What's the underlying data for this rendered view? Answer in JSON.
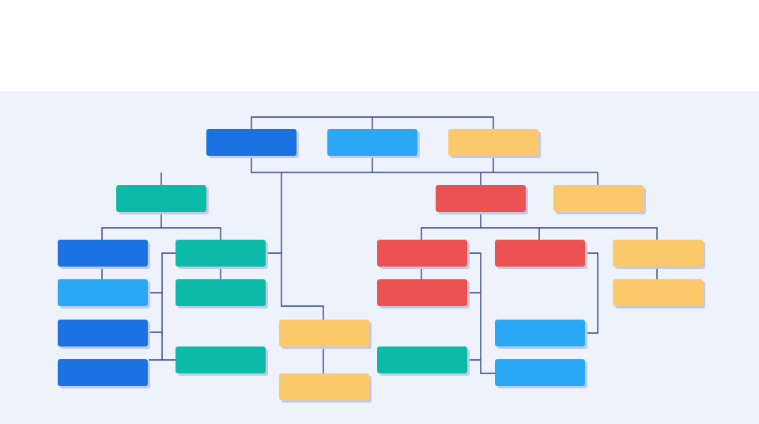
{
  "diagram": {
    "colors": {
      "blue": "#1a73e0",
      "sky": "#2aa8f5",
      "teal": "#0bbba8",
      "red": "#ec5252",
      "yellow": "#fbc96a",
      "connector": "#2f3f8c",
      "shadow": "#c3cae6",
      "background": "#eef2fb"
    },
    "nodes": [
      {
        "id": "root-blue",
        "color": "blue",
        "label": ""
      },
      {
        "id": "root-sky",
        "color": "sky",
        "label": ""
      },
      {
        "id": "root-yellow",
        "color": "yellow",
        "label": ""
      },
      {
        "id": "branch-teal",
        "color": "teal",
        "label": ""
      },
      {
        "id": "branch-red",
        "color": "red",
        "label": ""
      },
      {
        "id": "branch-yellow",
        "color": "yellow",
        "label": ""
      },
      {
        "id": "left-blue-1",
        "color": "blue",
        "label": ""
      },
      {
        "id": "left-sky-2",
        "color": "sky",
        "label": ""
      },
      {
        "id": "left-blue-3",
        "color": "blue",
        "label": ""
      },
      {
        "id": "left-blue-4",
        "color": "blue",
        "label": ""
      },
      {
        "id": "mid-teal-1",
        "color": "teal",
        "label": ""
      },
      {
        "id": "mid-teal-2",
        "color": "teal",
        "label": ""
      },
      {
        "id": "mid-teal-3",
        "color": "teal",
        "label": ""
      },
      {
        "id": "center-yellow-1",
        "color": "yellow",
        "label": ""
      },
      {
        "id": "center-yellow-2",
        "color": "yellow",
        "label": ""
      },
      {
        "id": "right-red-1",
        "color": "red",
        "label": ""
      },
      {
        "id": "right-red-2",
        "color": "red",
        "label": ""
      },
      {
        "id": "right-teal-3",
        "color": "teal",
        "label": ""
      },
      {
        "id": "right-red-top",
        "color": "red",
        "label": ""
      },
      {
        "id": "right-sky-1",
        "color": "sky",
        "label": ""
      },
      {
        "id": "right-sky-2",
        "color": "sky",
        "label": ""
      },
      {
        "id": "far-yellow-1",
        "color": "yellow",
        "label": ""
      },
      {
        "id": "far-yellow-2",
        "color": "yellow",
        "label": ""
      }
    ],
    "edges": [
      [
        "root-blue",
        "root-sky"
      ],
      [
        "root-sky",
        "root-yellow"
      ],
      [
        "root-sky",
        "branch-teal"
      ],
      [
        "root-sky",
        "branch-red"
      ],
      [
        "root-yellow",
        "branch-yellow"
      ],
      [
        "branch-teal",
        "left-blue-1"
      ],
      [
        "branch-teal",
        "mid-teal-1"
      ],
      [
        "left-blue-1",
        "left-sky-2"
      ],
      [
        "mid-teal-1",
        "mid-teal-2"
      ],
      [
        "mid-teal-1",
        "mid-teal-3"
      ],
      [
        "root-blue",
        "center-yellow-1"
      ],
      [
        "center-yellow-1",
        "center-yellow-2"
      ],
      [
        "branch-red",
        "right-red-1"
      ],
      [
        "branch-red",
        "right-red-top"
      ],
      [
        "branch-red",
        "far-yellow-1"
      ],
      [
        "right-red-1",
        "right-red-2"
      ],
      [
        "right-red-1",
        "right-teal-3"
      ],
      [
        "right-red-top",
        "right-sky-1"
      ],
      [
        "right-red-top",
        "right-sky-2"
      ],
      [
        "far-yellow-1",
        "far-yellow-2"
      ]
    ]
  }
}
